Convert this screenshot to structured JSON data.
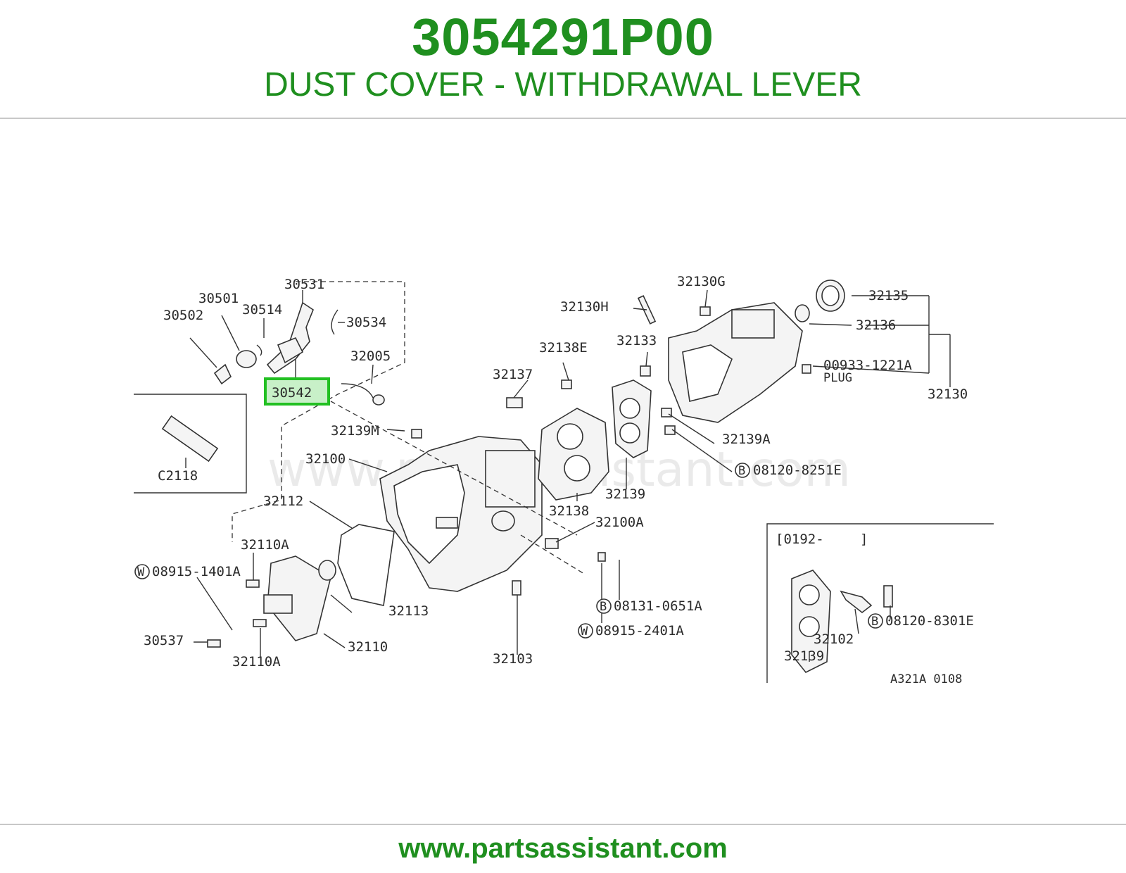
{
  "header": {
    "part_number": "3054291P00",
    "part_description": "DUST COVER - WITHDRAWAL LEVER"
  },
  "footer": {
    "url": "www.partsassistant.com"
  },
  "diagram": {
    "watermark": "www.partsassistant.com",
    "highlighted_label": "30542",
    "labels": [
      "30531",
      "30501",
      "30514",
      "30502",
      "30534",
      "32005",
      "32130G",
      "32135",
      "32136",
      "32130H",
      "32133",
      "32138E",
      "32137",
      "00933-1221A",
      "PLUG",
      "32130",
      "32139M",
      "32139A",
      "32100",
      "08120-8251E",
      "32139",
      "32112",
      "32138",
      "32100A",
      "32110A",
      "08915-1401A",
      "32113",
      "08131-0651A",
      "30537",
      "32110",
      "32110A",
      "08915-2401A",
      "32103",
      "C2118",
      "[0192-",
      "]",
      "32102",
      "08120-8301E",
      "32139",
      "A321A 0108"
    ],
    "circle_marks": [
      "W",
      "B",
      "B",
      "W",
      "B"
    ]
  }
}
